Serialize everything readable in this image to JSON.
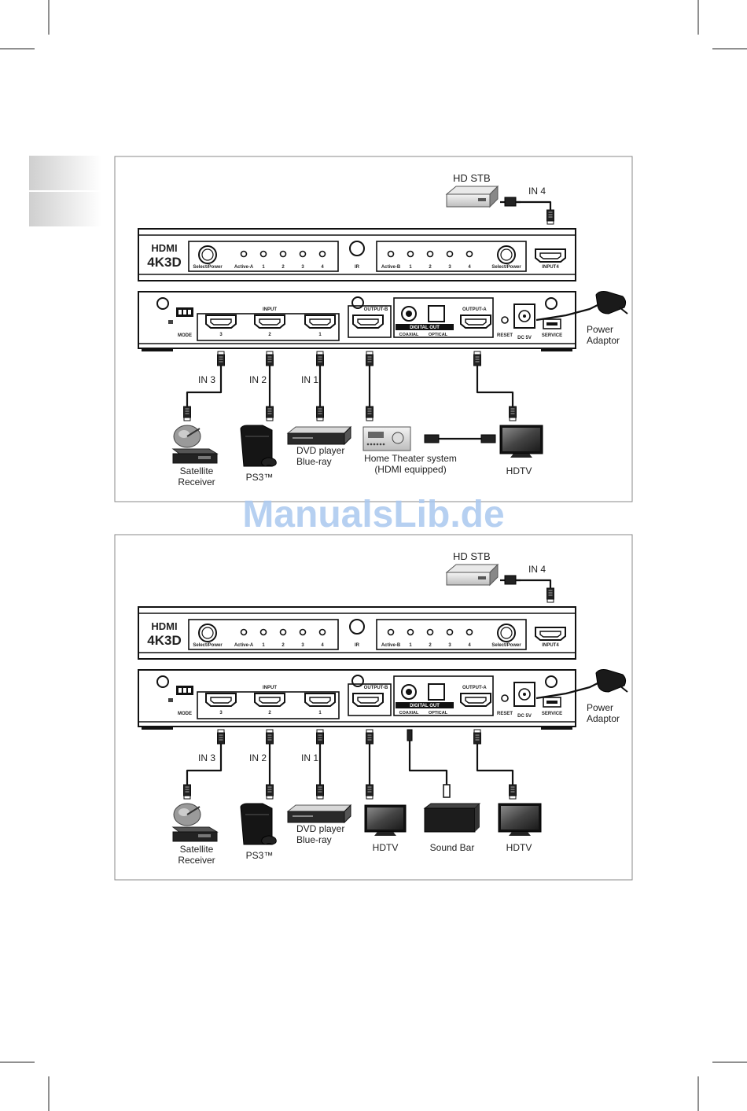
{
  "watermark": "ManualsLib.de",
  "colors": {
    "panel_gray": "#dcdcdc",
    "watermark": "#a9c8ee",
    "device": "#2b2b2b"
  },
  "diagrams": [
    {
      "hd_stb": "HD STB",
      "in4": "IN 4",
      "front": {
        "logo_line1": "HDMI",
        "logo_line2": "4K3D",
        "select_power_left": "Select/Power",
        "active_a": "Active-A",
        "leds_a": [
          "1",
          "2",
          "3",
          "4"
        ],
        "ir": "IR",
        "active_b": "Active-B",
        "leds_b": [
          "1",
          "2",
          "3",
          "4"
        ],
        "select_power_right": "Select/Power",
        "input4": "INPUT4"
      },
      "back": {
        "mode": "MODE",
        "input_title": "INPUT",
        "inputs": [
          "3",
          "2",
          "1"
        ],
        "output_b": "OUTPUT-B",
        "digital_out": "DIGITAL OUT",
        "coaxial": "COAXIAL",
        "optical": "OPTICAL",
        "output_a": "OUTPUT-A",
        "reset": "RESET",
        "dc": "DC 5V",
        "service": "SERVICE"
      },
      "power_adaptor": [
        "Power",
        "Adaptor"
      ],
      "in_labels": [
        "IN 3",
        "IN 2",
        "IN 1"
      ],
      "devices": {
        "satellite": [
          "Satellite",
          "Receiver"
        ],
        "ps3": "PS3™",
        "dvd": [
          "DVD player",
          "Blue-ray"
        ],
        "home_theater": [
          "Home Theater system",
          "(HDMI equipped)"
        ],
        "hdtv": "HDTV"
      }
    },
    {
      "hd_stb": "HD STB",
      "in4": "IN 4",
      "front": {
        "logo_line1": "HDMI",
        "logo_line2": "4K3D",
        "select_power_left": "Select/Power",
        "active_a": "Active-A",
        "leds_a": [
          "1",
          "2",
          "3",
          "4"
        ],
        "ir": "IR",
        "active_b": "Active-B",
        "leds_b": [
          "1",
          "2",
          "3",
          "4"
        ],
        "select_power_right": "Select/Power",
        "input4": "INPUT4"
      },
      "back": {
        "mode": "MODE",
        "input_title": "INPUT",
        "inputs": [
          "3",
          "2",
          "1"
        ],
        "output_b": "OUTPUT-B",
        "digital_out": "DIGITAL OUT",
        "coaxial": "COAXIAL",
        "optical": "OPTICAL",
        "output_a": "OUTPUT-A",
        "reset": "RESET",
        "dc": "DC 5V",
        "service": "SERVICE"
      },
      "power_adaptor": [
        "Power",
        "Adaptor"
      ],
      "in_labels": [
        "IN 3",
        "IN 2",
        "IN 1"
      ],
      "devices": {
        "satellite": [
          "Satellite",
          "Receiver"
        ],
        "ps3": "PS3™",
        "dvd": [
          "DVD player",
          "Blue-ray"
        ],
        "hdtv_b": "HDTV",
        "soundbar": "Sound Bar",
        "hdtv": "HDTV"
      }
    }
  ]
}
